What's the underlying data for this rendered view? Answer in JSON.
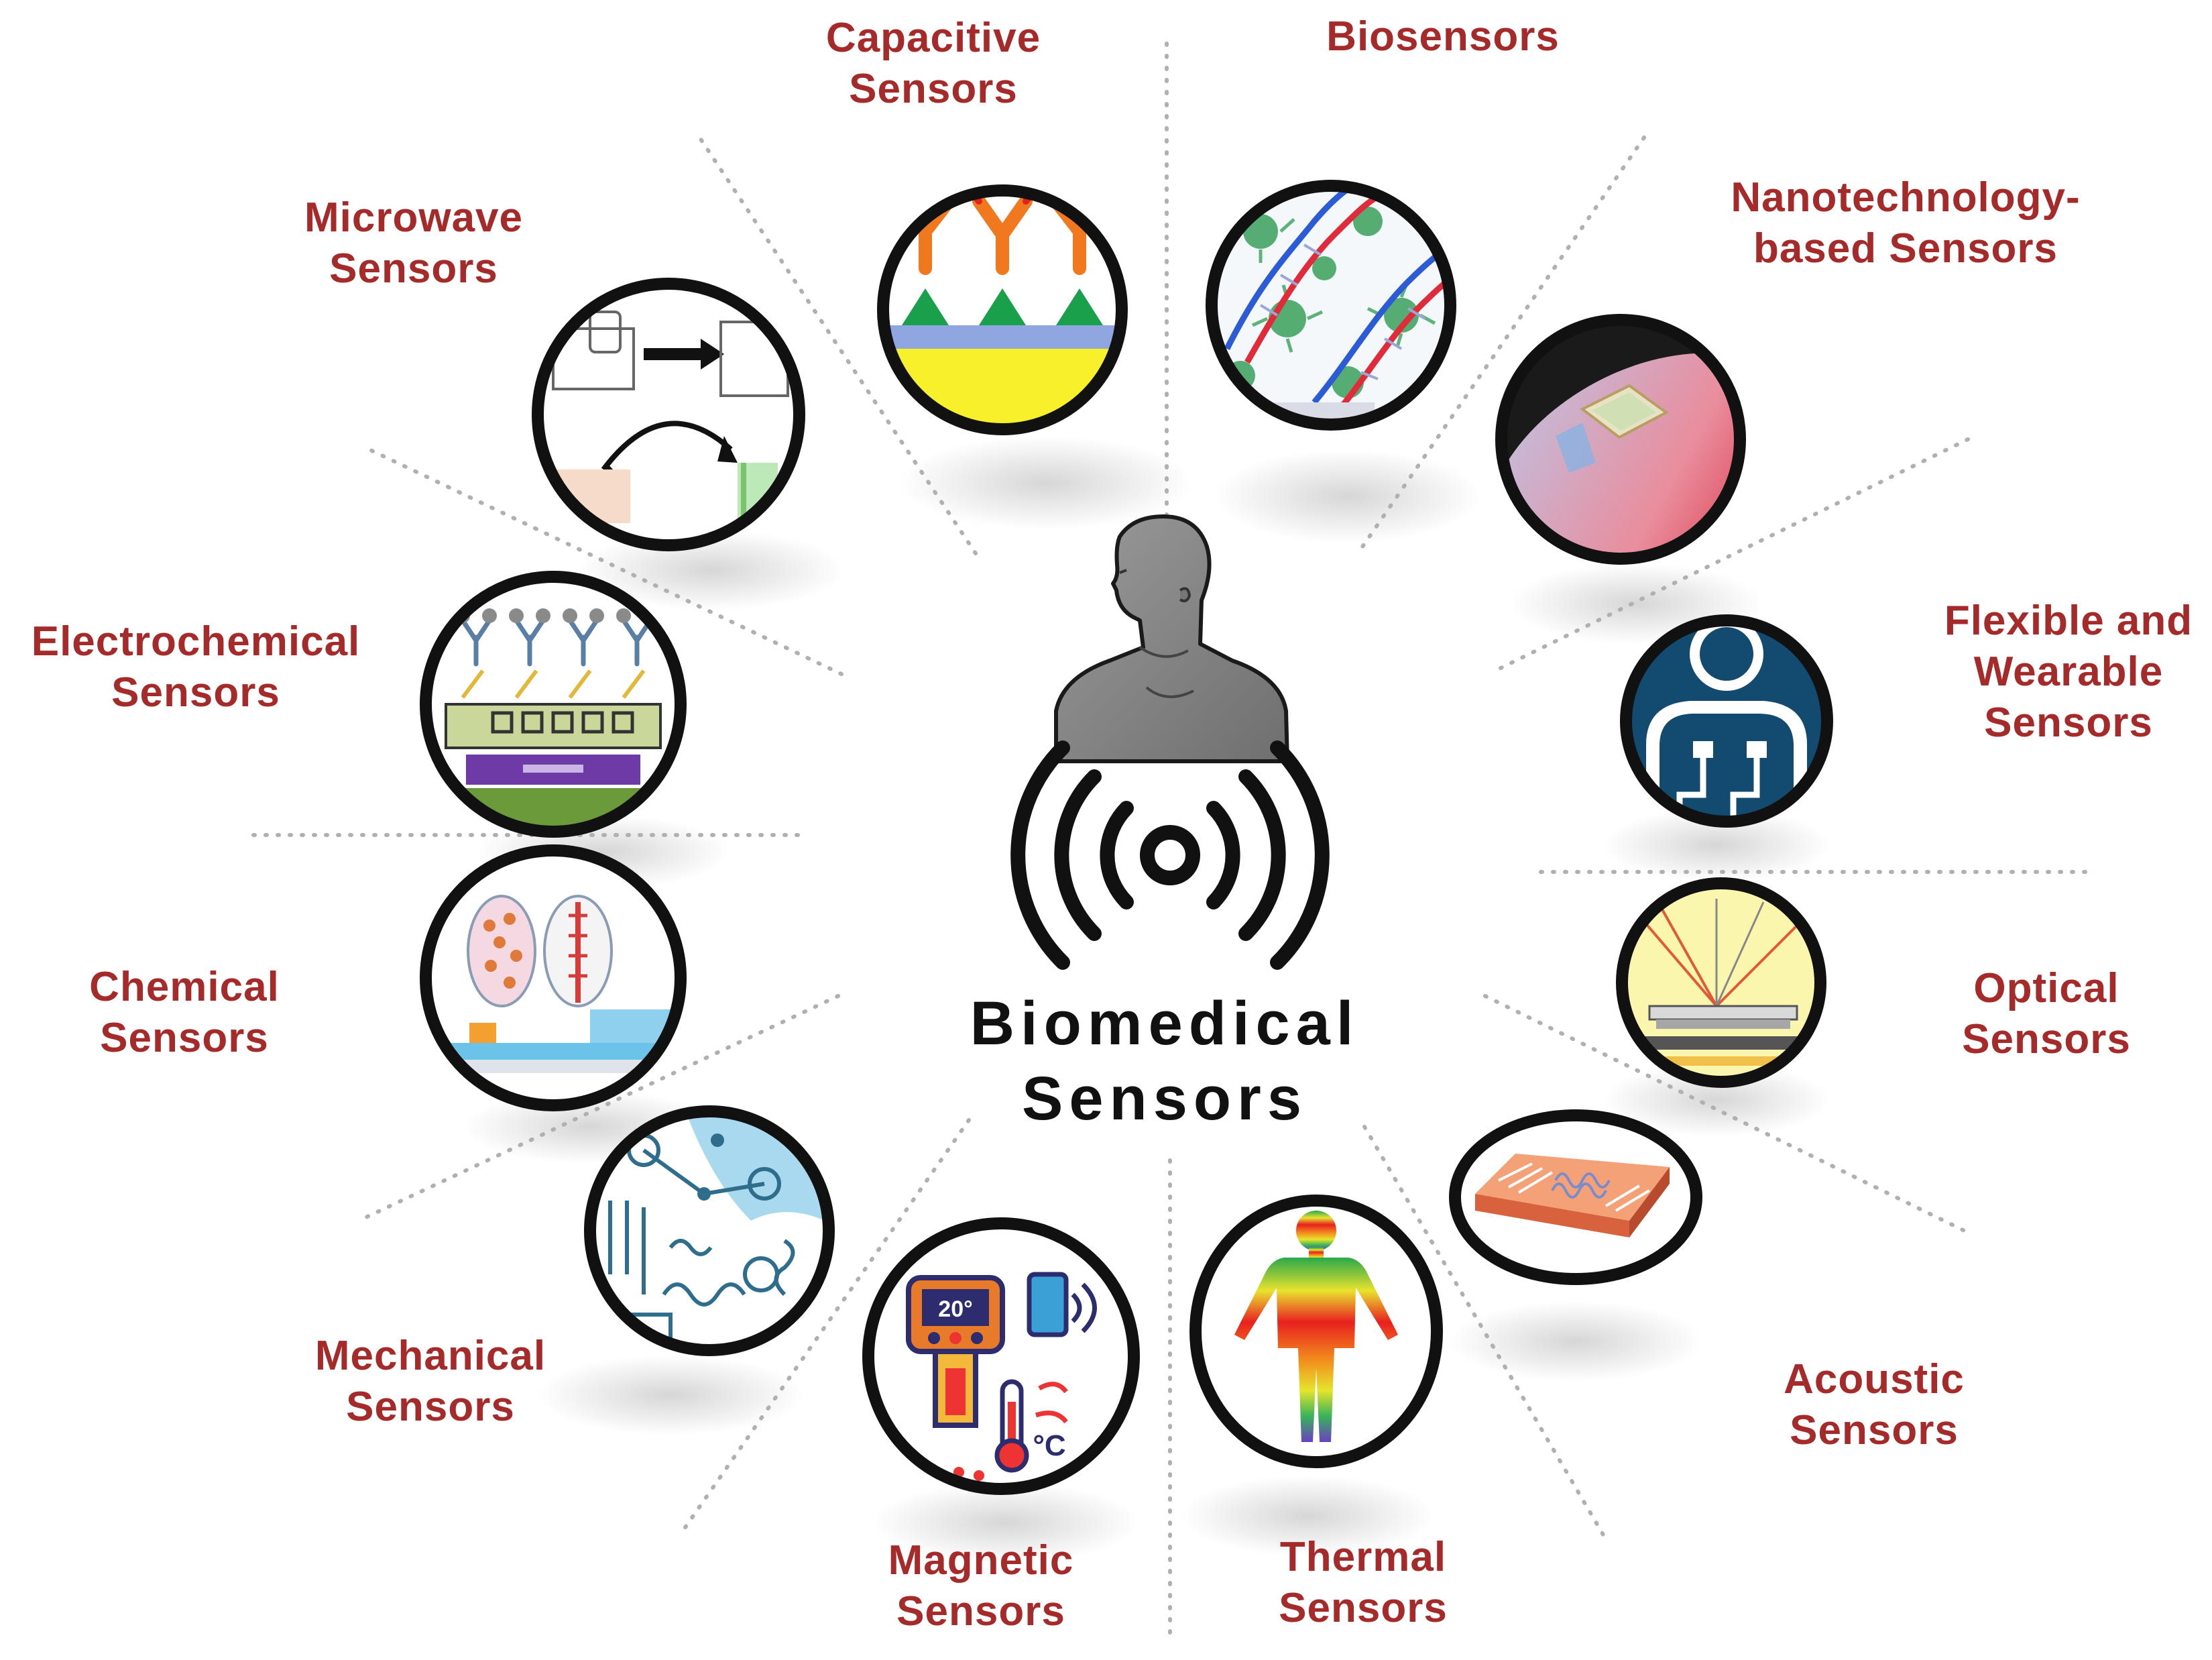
{
  "center": {
    "title_line1": "Biomedical",
    "title_line2": "Sensors",
    "figure_icon": "human-head-bust-icon",
    "signal_icon": "wireless-signal-icon"
  },
  "colors": {
    "label": "#a52a2a",
    "ring": "#111111",
    "divider": "#b0b0b0",
    "center_text": "#111111"
  },
  "sensors": [
    {
      "id": "capacitive",
      "lines": [
        "Capacitive",
        "Sensors"
      ],
      "icon": "capacitive-sensor-icon"
    },
    {
      "id": "biosensors",
      "lines": [
        "Biosensors"
      ],
      "icon": "dna-cells-icon"
    },
    {
      "id": "nanotech",
      "lines": [
        "Nanotechnology-",
        "based Sensors"
      ],
      "icon": "nanochip-on-finger-icon"
    },
    {
      "id": "flexible",
      "lines": [
        "Flexible and",
        "Wearable",
        "Sensors"
      ],
      "icon": "wearable-person-icon"
    },
    {
      "id": "optical",
      "lines": [
        "Optical",
        "Sensors"
      ],
      "icon": "light-beam-sensor-icon"
    },
    {
      "id": "acoustic",
      "lines": [
        "Acoustic",
        "Sensors"
      ],
      "icon": "acoustic-wave-chip-icon"
    },
    {
      "id": "thermal",
      "lines": [
        "Thermal",
        "Sensors"
      ],
      "icon": "thermal-body-map-icon"
    },
    {
      "id": "magnetic",
      "lines": [
        "Magnetic",
        "Sensors"
      ],
      "icon": "sensor-devices-icon"
    },
    {
      "id": "mechanical",
      "lines": [
        "Mechanical",
        "Sensors"
      ],
      "icon": "mechanical-circuit-icon"
    },
    {
      "id": "chemical",
      "lines": [
        "Chemical",
        "Sensors"
      ],
      "icon": "chemical-cells-icon"
    },
    {
      "id": "electrochemical",
      "lines": [
        "Electrochemical",
        "Sensors"
      ],
      "icon": "electrode-antibody-icon"
    },
    {
      "id": "microwave",
      "lines": [
        "Microwave",
        "Sensors"
      ],
      "icon": "microwave-diagram-icon"
    }
  ]
}
